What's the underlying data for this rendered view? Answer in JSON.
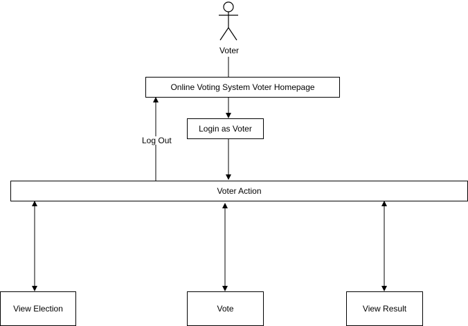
{
  "diagram": {
    "actor": {
      "label": "Voter"
    },
    "nodes": {
      "homepage": "Online Voting System Voter Homepage",
      "login": "Login as Voter",
      "voter_action": "Voter Action",
      "view_election": "View Election",
      "vote": "Vote",
      "view_result": "View Result"
    },
    "edges": {
      "logout_label": "Log Out"
    },
    "colors": {
      "stroke": "#000000",
      "fill": "#ffffff",
      "text": "#000000"
    }
  }
}
